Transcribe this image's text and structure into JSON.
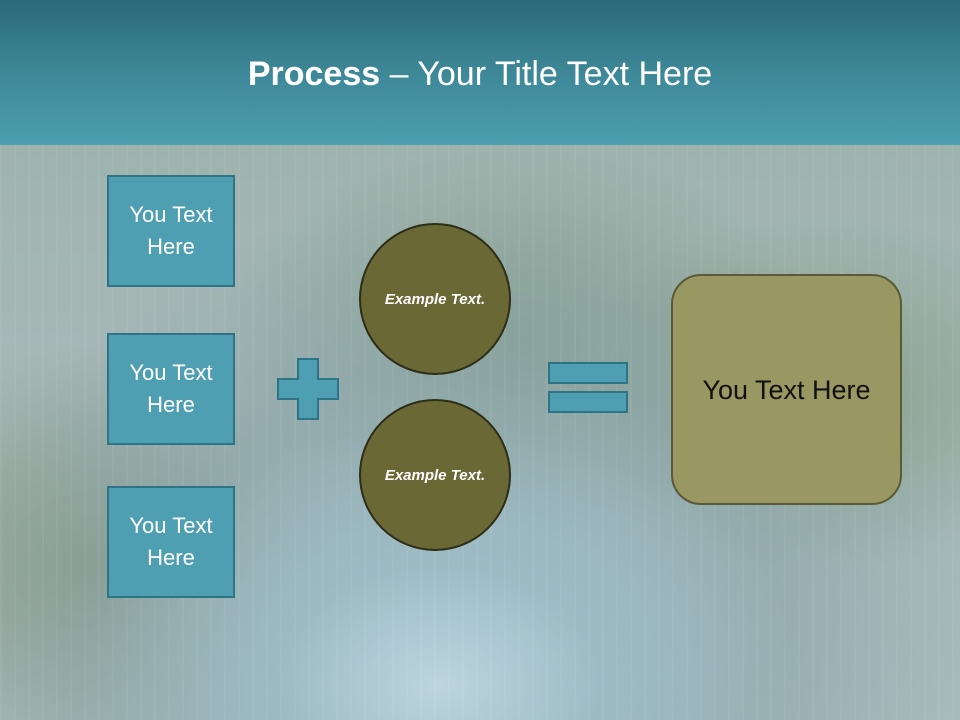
{
  "slide": {
    "title_bold": "Process",
    "title_rest": " – Your Title Text Here",
    "boxes": [
      "You Text Here",
      "You Text Here",
      "You Text Here"
    ],
    "circles": [
      "Example Text.",
      "Example Text."
    ],
    "result": "You Text Here"
  },
  "icons": {
    "plus": "plus-icon",
    "equals": "equals-icon"
  },
  "colors": {
    "header": "#3f8a9a",
    "box": "#4f9fb2",
    "circle": "#6a6835",
    "result": "#999762"
  }
}
